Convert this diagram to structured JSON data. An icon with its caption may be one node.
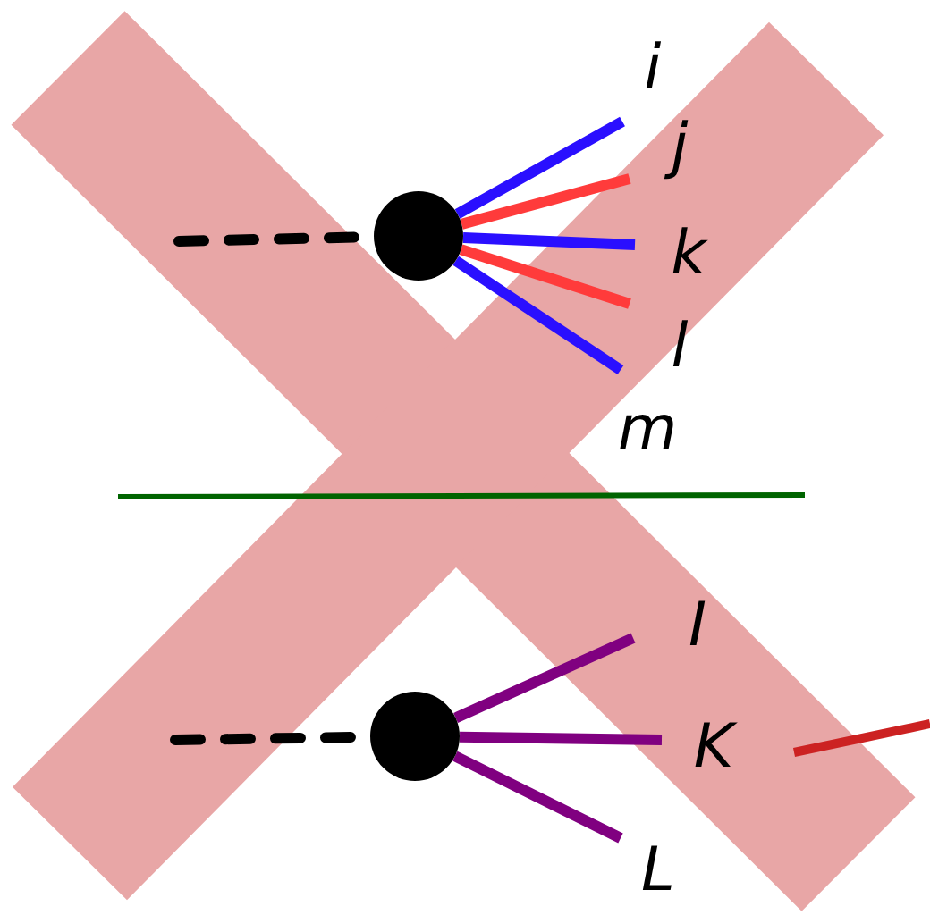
{
  "diagram": {
    "nodes": [
      {
        "text": [],
        "shape": "circle"
      },
      {
        "text": [],
        "shape": "circle"
      }
    ],
    "edges": [
      {
        "from": null,
        "to": 0,
        "arrow": "none",
        "style": "dashed",
        "color": "#000000"
      },
      {
        "from": 0,
        "to": null,
        "arrow": "none",
        "color": "#2a0fff"
      },
      {
        "from": 0,
        "to": null,
        "arrow": "none",
        "color": "#ff3b3b"
      },
      {
        "from": 0,
        "to": null,
        "arrow": "none",
        "color": "#2a0fff"
      },
      {
        "from": 0,
        "to": null,
        "arrow": "none",
        "color": "#ff3b3b"
      },
      {
        "from": 0,
        "to": null,
        "arrow": "none",
        "color": "#2a0fff"
      },
      {
        "from": null,
        "to": 1,
        "arrow": "none",
        "style": "dashed",
        "color": "#000000"
      },
      {
        "from": 1,
        "to": null,
        "arrow": "none",
        "color": "#800080"
      },
      {
        "from": 1,
        "to": null,
        "arrow": "none",
        "color": "#800080"
      },
      {
        "from": 1,
        "to": null,
        "arrow": "none",
        "color": "#800080"
      }
    ],
    "labels": [
      "i",
      "j",
      "k",
      "l",
      "m",
      "I",
      "K",
      "L"
    ]
  }
}
